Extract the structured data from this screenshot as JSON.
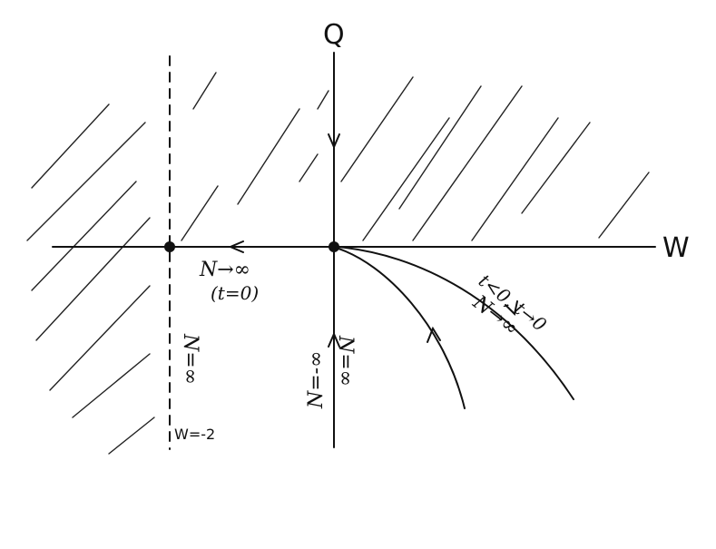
{
  "axes": {
    "horizontal_label": "W",
    "vertical_label": "Q"
  },
  "labels": {
    "n_to_infinity": "N→∞",
    "t_zero": "(t=0)",
    "n_eq_infinity_left": "N=∞",
    "n_eq_minus_infinity": "N=-∞",
    "n_eq_infinity_center": "N=∞",
    "w_eq_minus_two": "W=-2",
    "t_conditions": "t<0, t→0",
    "n_to_infinity_curve": "N→∞"
  }
}
